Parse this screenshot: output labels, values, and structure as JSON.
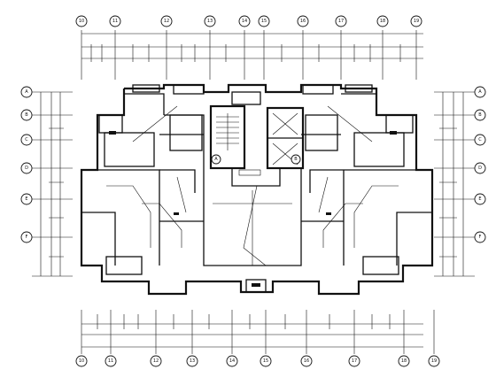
{
  "top_axes": [
    "10",
    "11",
    "12",
    "13",
    "14",
    "15",
    "16",
    "17",
    "18",
    "19"
  ],
  "bottom_axes": [
    "10",
    "11",
    "12",
    "13",
    "14",
    "15",
    "16",
    "17",
    "18",
    "19"
  ],
  "left_axes": [
    "A",
    "B",
    "C",
    "D",
    "E",
    "F"
  ],
  "right_axes": [
    "A",
    "B",
    "C",
    "D",
    "E",
    "F"
  ],
  "center_markers": [
    "A",
    "B"
  ],
  "colors": {
    "ink": "#111111",
    "paper": "#ffffff"
  }
}
